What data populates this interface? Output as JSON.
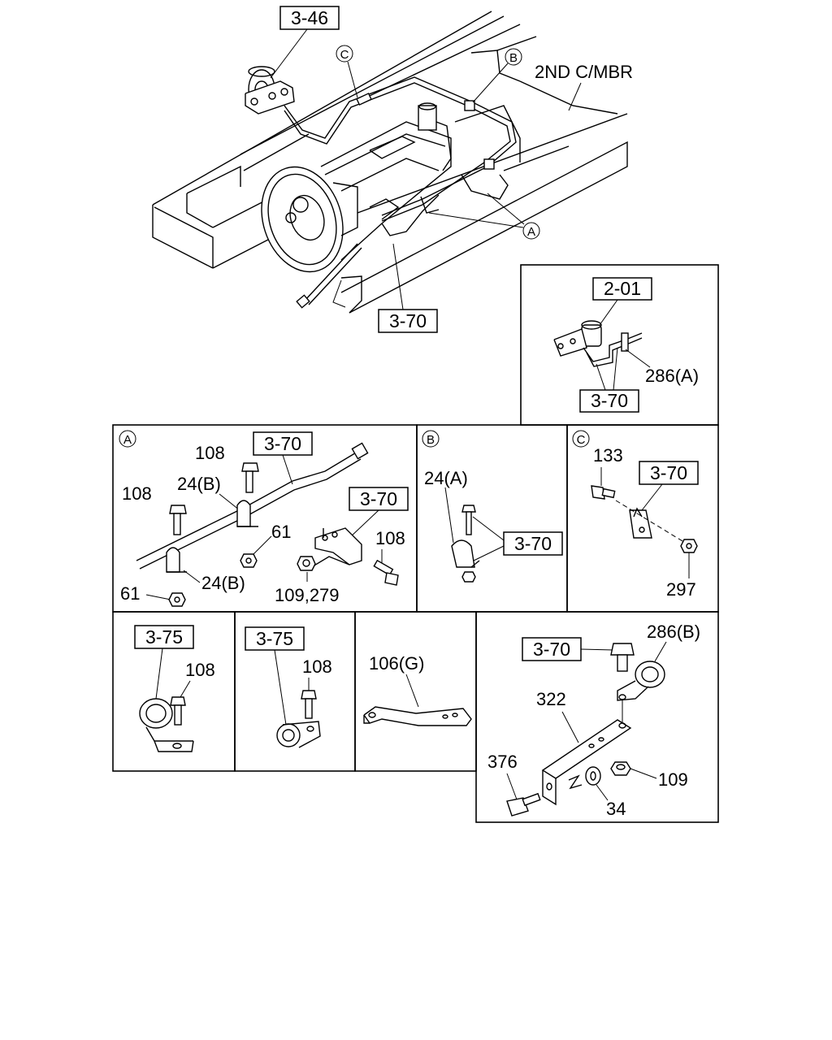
{
  "main": {
    "ref_3_46": "3-46",
    "ref_3_70": "3-70",
    "callout_c": "C",
    "callout_b": "B",
    "callout_a": "A",
    "member_label": "2ND C/MBR"
  },
  "inset_top": {
    "ref_2_01": "2-01",
    "ref_3_70": "3-70",
    "part_286a": "286(A)"
  },
  "panel_a": {
    "callout": "A",
    "ref_3_70_top": "3-70",
    "ref_3_70_bracket": "3-70",
    "part_108_top": "108",
    "part_108_left": "108",
    "part_108_right": "108",
    "part_24b_top": "24(B)",
    "part_24b_bottom": "24(B)",
    "part_61_right": "61",
    "part_61_left": "61",
    "part_109_279": "109,279"
  },
  "panel_b": {
    "callout": "B",
    "part_24a": "24(A)",
    "ref_3_70": "3-70"
  },
  "panel_c": {
    "callout": "C",
    "part_133": "133",
    "ref_3_70": "3-70",
    "part_297": "297"
  },
  "panel_d": {
    "ref_3_75": "3-75",
    "part_108": "108"
  },
  "panel_e": {
    "ref_3_75": "3-75",
    "part_108": "108"
  },
  "panel_f": {
    "part_106g": "106(G)"
  },
  "panel_g": {
    "ref_3_70": "3-70",
    "part_286b": "286(B)",
    "part_322": "322",
    "part_376": "376",
    "part_109": "109",
    "part_34": "34"
  }
}
